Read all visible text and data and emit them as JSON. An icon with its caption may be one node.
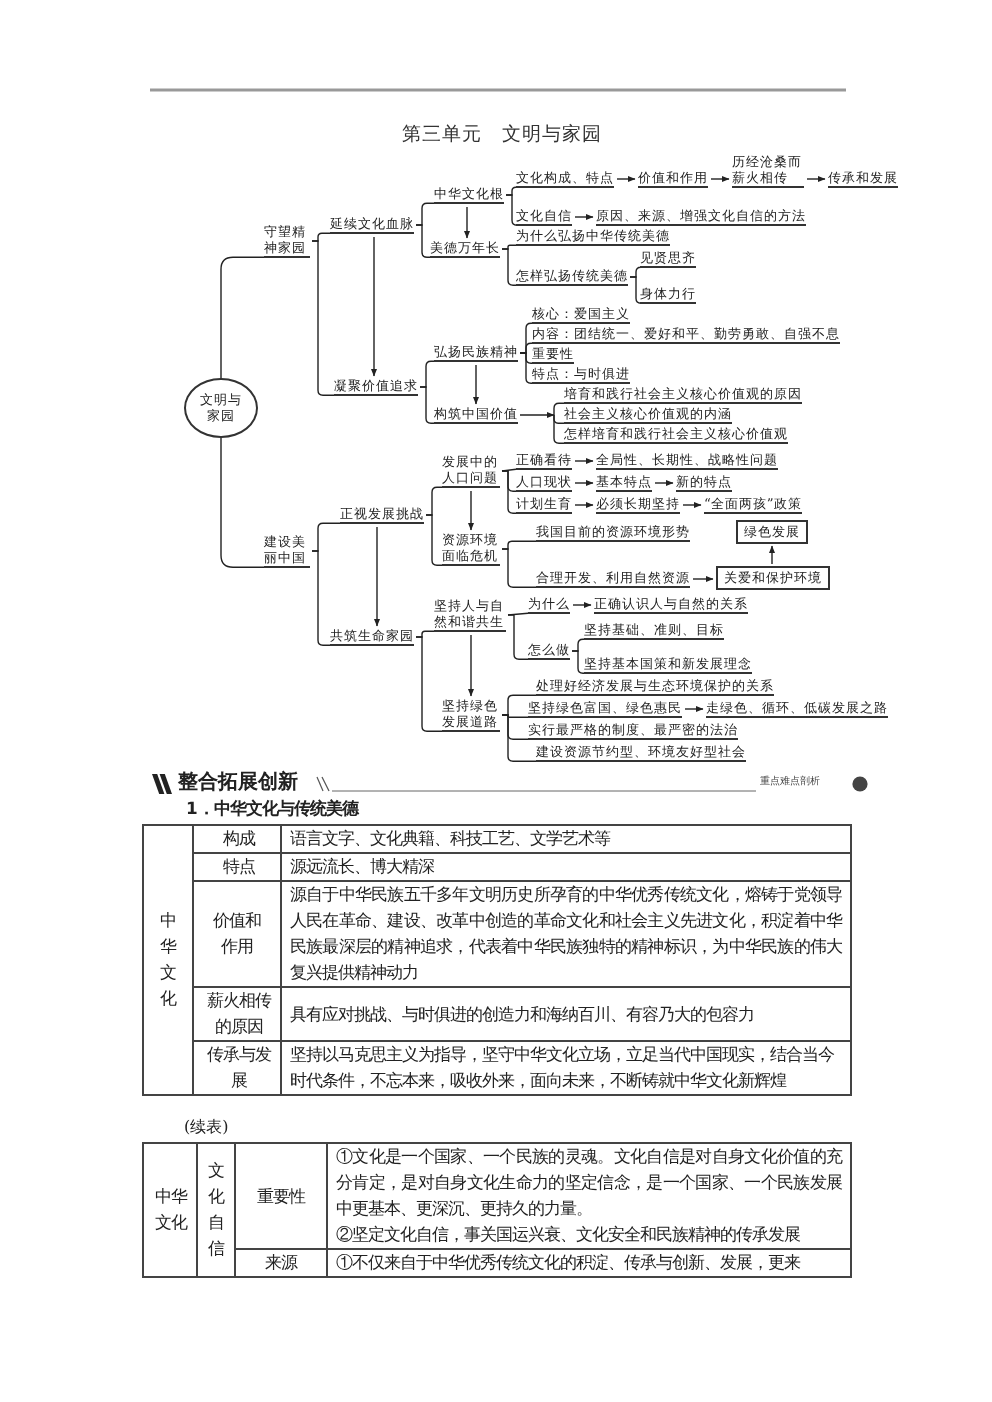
{
  "diagram": {
    "title": "第三单元　文明与家园",
    "nodes": [
      {
        "text": [
          "文明与家园"
        ]
      },
      {
        "text": [
          "守望精神家园"
        ]
      },
      {
        "text": [
          "建设美丽中国"
        ]
      },
      {
        "text": [
          "延续文化血脉"
        ]
      },
      {
        "text": [
          "凝聚价值追求"
        ]
      },
      {
        "text": [
          "中华文化根"
        ]
      },
      {
        "text": [
          "美德万年长"
        ]
      },
      {
        "text": [
          "文化构成、特点"
        ]
      },
      {
        "text": [
          "价值和作用"
        ]
      },
      {
        "text": [
          "历经沧桑而薪火相传"
        ]
      },
      {
        "text": [
          "传承和发展"
        ]
      },
      {
        "text": [
          "文化自信"
        ]
      },
      {
        "text": [
          "原因、来源、增强文化自信的方法"
        ]
      },
      {
        "text": [
          "为什么弘扬中华传统美德"
        ]
      },
      {
        "text": [
          "怎样弘扬传统美德"
        ]
      },
      {
        "text": [
          "见贤思齐"
        ]
      },
      {
        "text": [
          "身体力行"
        ]
      },
      {
        "text": [
          "弘扬民族精神"
        ]
      },
      {
        "text": [
          "构筑中国价值"
        ]
      },
      {
        "text": [
          "核心：爱国主义"
        ]
      },
      {
        "text": [
          "内容：团结统一、爱好和平、勤劳勇敢、自强不息"
        ]
      },
      {
        "text": [
          "重要性"
        ]
      },
      {
        "text": [
          "特点：与时俱进"
        ]
      },
      {
        "text": [
          "培育和践行社会主义核心价值观的原因"
        ]
      },
      {
        "text": [
          "社会主义核心价值观的内涵"
        ]
      },
      {
        "text": [
          "怎样培育和践行社会主义核心价值观"
        ]
      },
      {
        "text": [
          "正视发展挑战"
        ]
      },
      {
        "text": [
          "共筑生命家园"
        ]
      },
      {
        "text": [
          "发展中的人口问题"
        ]
      },
      {
        "text": [
          "资源环境面临危机"
        ]
      },
      {
        "text": [
          "正确看待"
        ]
      },
      {
        "text": [
          "全局性、长期性、战略性问题"
        ]
      },
      {
        "text": [
          "人口现状"
        ]
      },
      {
        "text": [
          "基本特点"
        ]
      },
      {
        "text": [
          "新的特点"
        ]
      },
      {
        "text": [
          "计划生育"
        ]
      },
      {
        "text": [
          "必须长期坚持"
        ]
      },
      {
        "text": [
          "“全面两孩”政策"
        ]
      },
      {
        "text": [
          "我国目前的资源环境形势"
        ]
      },
      {
        "text": [
          "合理开发、利用自然资源"
        ]
      },
      {
        "text": [
          "关爱和保护环境"
        ]
      },
      {
        "text": [
          "绿色发展"
        ]
      },
      {
        "text": [
          "坚持人与自然和谐共生"
        ]
      },
      {
        "text": [
          "坚持绿色发展道路"
        ]
      },
      {
        "text": [
          "为什么"
        ]
      },
      {
        "text": [
          "正确认识人与自然的关系"
        ]
      },
      {
        "text": [
          "怎么做"
        ]
      },
      {
        "text": [
          "坚持基础、准则、目标"
        ]
      },
      {
        "text": [
          "坚持基本国策和新发展理念"
        ]
      },
      {
        "text": [
          "处理好经济发展与生态环境保护的关系"
        ]
      },
      {
        "text": [
          "坚持绿色富国、绿色惠民"
        ]
      },
      {
        "text": [
          "走绿色、循环、低碳发展之路"
        ]
      },
      {
        "text": [
          "实行最严格的制度、最严密的法治"
        ]
      },
      {
        "text": [
          "建设资源节约型、环境友好型社会"
        ]
      }
    ],
    "edges": [
      {
        "from": 0,
        "to": 1,
        "arrow": "none"
      },
      {
        "from": 0,
        "to": 2,
        "arrow": "none"
      },
      {
        "from": 1,
        "to": 3,
        "arrow": "none"
      },
      {
        "from": 1,
        "to": 4,
        "arrow": "none"
      },
      {
        "from": 3,
        "to": 4,
        "arrow": "to"
      },
      {
        "from": 3,
        "to": 5,
        "arrow": "none"
      },
      {
        "from": 3,
        "to": 6,
        "arrow": "none"
      },
      {
        "from": 5,
        "to": 6,
        "arrow": "to"
      },
      {
        "from": 5,
        "to": 7,
        "arrow": "none"
      },
      {
        "from": 5,
        "to": 11,
        "arrow": "none"
      },
      {
        "from": 7,
        "to": 8,
        "arrow": "to"
      },
      {
        "from": 8,
        "to": 9,
        "arrow": "to"
      },
      {
        "from": 9,
        "to": 10,
        "arrow": "to"
      },
      {
        "from": 11,
        "to": 12,
        "arrow": "to"
      },
      {
        "from": 6,
        "to": 13,
        "arrow": "none"
      },
      {
        "from": 6,
        "to": 14,
        "arrow": "none"
      },
      {
        "from": 14,
        "to": 15,
        "arrow": "none"
      },
      {
        "from": 14,
        "to": 16,
        "arrow": "none"
      },
      {
        "from": 4,
        "to": 17,
        "arrow": "none"
      },
      {
        "from": 4,
        "to": 18,
        "arrow": "none"
      },
      {
        "from": 17,
        "to": 18,
        "arrow": "to"
      },
      {
        "from": 17,
        "to": 19,
        "arrow": "none"
      },
      {
        "from": 17,
        "to": 20,
        "arrow": "none"
      },
      {
        "from": 17,
        "to": 21,
        "arrow": "none"
      },
      {
        "from": 17,
        "to": 22,
        "arrow": "none"
      },
      {
        "from": 18,
        "to": 23,
        "arrow": "to"
      },
      {
        "from": 18,
        "to": 24,
        "arrow": "to"
      },
      {
        "from": 18,
        "to": 25,
        "arrow": "to"
      },
      {
        "from": 2,
        "to": 26,
        "arrow": "none"
      },
      {
        "from": 2,
        "to": 27,
        "arrow": "none"
      },
      {
        "from": 26,
        "to": 27,
        "arrow": "to"
      },
      {
        "from": 26,
        "to": 28,
        "arrow": "none"
      },
      {
        "from": 26,
        "to": 29,
        "arrow": "none"
      },
      {
        "from": 28,
        "to": 29,
        "arrow": "to"
      },
      {
        "from": 28,
        "to": 30,
        "arrow": "none"
      },
      {
        "from": 28,
        "to": 32,
        "arrow": "none"
      },
      {
        "from": 28,
        "to": 35,
        "arrow": "none"
      },
      {
        "from": 30,
        "to": 31,
        "arrow": "to"
      },
      {
        "from": 32,
        "to": 33,
        "arrow": "to"
      },
      {
        "from": 33,
        "to": 34,
        "arrow": "to"
      },
      {
        "from": 35,
        "to": 36,
        "arrow": "to"
      },
      {
        "from": 36,
        "to": 37,
        "arrow": "to"
      },
      {
        "from": 29,
        "to": 38,
        "arrow": "none"
      },
      {
        "from": 29,
        "to": 39,
        "arrow": "none"
      },
      {
        "from": 39,
        "to": 40,
        "arrow": "to"
      },
      {
        "from": 40,
        "to": 41,
        "arrow": "to"
      },
      {
        "from": 27,
        "to": 42,
        "arrow": "none"
      },
      {
        "from": 27,
        "to": 43,
        "arrow": "none"
      },
      {
        "from": 42,
        "to": 43,
        "arrow": "to"
      },
      {
        "from": 42,
        "to": 44,
        "arrow": "none"
      },
      {
        "from": 42,
        "to": 46,
        "arrow": "none"
      },
      {
        "from": 44,
        "to": 45,
        "arrow": "to"
      },
      {
        "from": 46,
        "to": 47,
        "arrow": "none"
      },
      {
        "from": 46,
        "to": 48,
        "arrow": "none"
      },
      {
        "from": 43,
        "to": 49,
        "arrow": "none"
      },
      {
        "from": 43,
        "to": 50,
        "arrow": "none"
      },
      {
        "from": 43,
        "to": 52,
        "arrow": "none"
      },
      {
        "from": 43,
        "to": 53,
        "arrow": "none"
      },
      {
        "from": 50,
        "to": 51,
        "arrow": "to"
      }
    ],
    "labels": [
      "整合拓展创新",
      "重点难点剖析",
      "1．中华文化与传统美德",
      "中华文化",
      "构成",
      "语言文字、文化典籍、科技工艺、文学艺术等",
      "特点",
      "源远流长、博大精深",
      "价值和作用",
      "源自于中华民族五千多年文明历史所孕育的中华优秀传统文化，熔铸于党领导人民在革命、建设、改革中创造的革命文化和社会主义先进文化，积淀着中华民族最深层的精神追求，代表着中华民族独特的精神标识，为中华民族的伟大复兴提供精神动力",
      "薪火相传的原因",
      "具有应对挑战、与时俱进的创造力和海纳百川、有容乃大的包容力",
      "传承与发展",
      "坚持以马克思主义为指导，坚守中华文化立场，立足当代中国现实，结合当今时代条件，不忘本来，吸收外来，面向未来，不断铸就中华文化新辉煌",
      "(续表)",
      "中华文化",
      "文化自信",
      "重要性",
      "①文化是一个国家、一个民族的灵魂。文化自信是对自身文化价值的充分肯定，是对自身文化生命力的坚定信念，是一个国家、一个民族发展中更基本、更深沉、更持久的力量。",
      "②坚定文化自信，事关国运兴衰、文化安全和民族精神的传承发展",
      "来源",
      "①不仅来自于中华优秀传统文化的积淀、传承与创新、发展，更来"
    ]
  }
}
